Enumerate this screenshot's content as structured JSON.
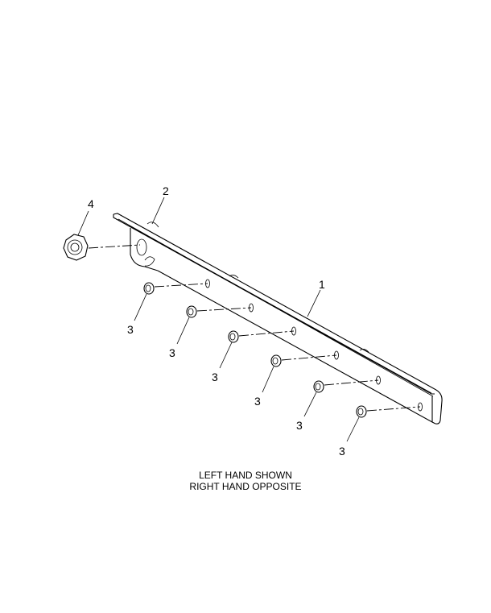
{
  "callouts": {
    "rail": "1",
    "bracket": "2",
    "nut_small": "3",
    "nut_large": "4"
  },
  "notes": {
    "line1": "LEFT HAND SHOWN",
    "line2": "RIGHT HAND OPPOSITE"
  }
}
